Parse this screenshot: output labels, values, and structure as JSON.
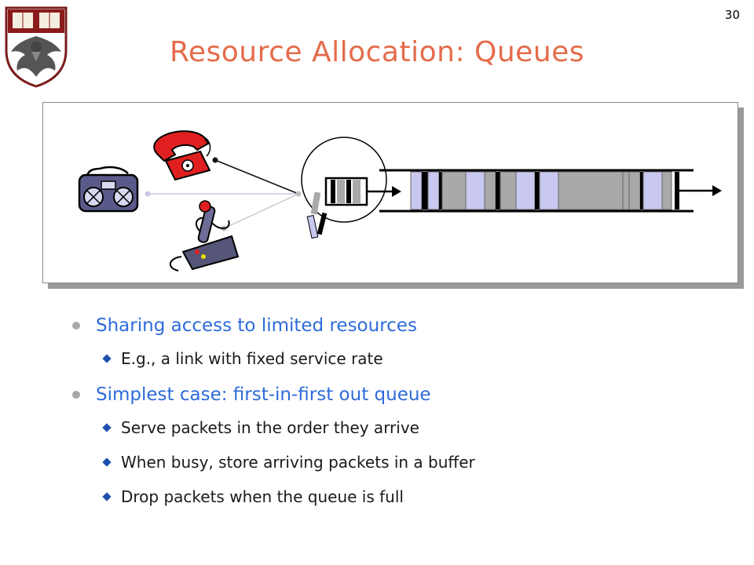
{
  "slide": {
    "number": "30",
    "title": "Resource Allocation: Queues"
  },
  "logo": {
    "icon": "university-crest-icon"
  },
  "figure": {
    "icons": [
      "telephone-icon",
      "boombox-icon",
      "joystick-icon",
      "router-buffer-icon",
      "outgoing-arrow-icon"
    ],
    "colors": {
      "packet_light": "#c8c8f0",
      "packet_gray": "#a9a9a9",
      "packet_black": "#000000",
      "connector": "#c0c0c0"
    }
  },
  "bullets": [
    {
      "text": "Sharing access to limited resources",
      "sub": [
        "E.g., a link with fixed service rate"
      ]
    },
    {
      "text": "Simplest case: first-in-first out queue",
      "sub": [
        "Serve packets in the order they arrive",
        "When busy, store arriving packets in a buffer",
        "Drop packets when the queue is full"
      ]
    }
  ]
}
